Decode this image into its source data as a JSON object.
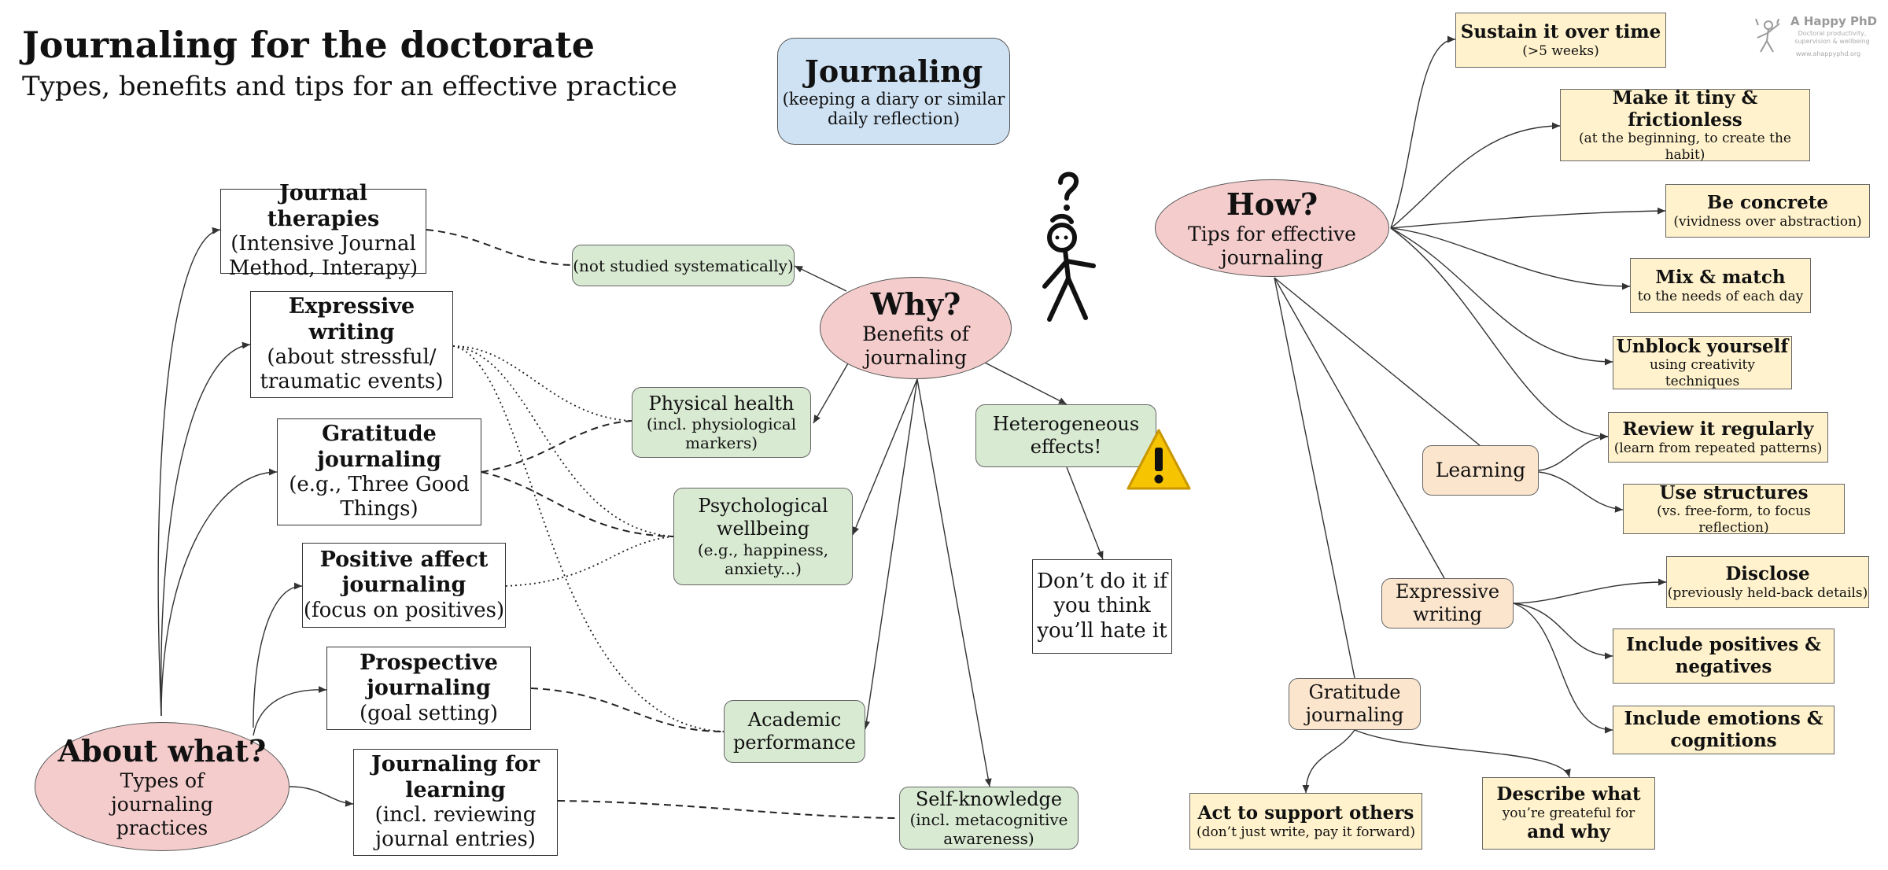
{
  "header": {
    "title": "Journaling for the doctorate",
    "subtitle": "Types, benefits and tips for an effective practice"
  },
  "logo": {
    "title": "A Happy PhD",
    "line1": "Doctoral productivity,",
    "line2": "supervision & wellbeing",
    "url": "www.ahappyphd.org"
  },
  "center": {
    "title": "Journaling",
    "line1": "(keeping a diary or similar",
    "line2": "daily reflection)"
  },
  "about": {
    "title": "About what?",
    "line1": "Types of",
    "line2": "journaling",
    "line3": "practices"
  },
  "why": {
    "title": "Why?",
    "line1": "Benefits of",
    "line2": "journaling"
  },
  "how": {
    "title": "How?",
    "line1": "Tips for effective",
    "line2": "journaling"
  },
  "types": {
    "therapies": {
      "title": "Journal therapies",
      "line1": "(Intensive Journal",
      "line2": "Method, Interapy)"
    },
    "expressive": {
      "title1": "Expressive",
      "title2": "writing",
      "line1": "(about stressful/",
      "line2": "traumatic events)"
    },
    "gratitude": {
      "title1": "Gratitude",
      "title2": "journaling",
      "line1": "(e.g., Three Good",
      "line2": "Things)"
    },
    "positive": {
      "title1": "Positive affect",
      "title2": "journaling",
      "line1": "(focus on positives)"
    },
    "prospective": {
      "title1": "Prospective",
      "title2": "journaling",
      "line1": "(goal setting)"
    },
    "learning": {
      "title1": "Journaling for",
      "title2": "learning",
      "line1": "(incl. reviewing",
      "line2": "journal entries)"
    }
  },
  "benefits": {
    "not_studied": "(not studied systematically)",
    "physical": {
      "title": "Physical health",
      "line1": "(incl. physiological",
      "line2": "markers)"
    },
    "psychological": {
      "title1": "Psychological",
      "title2": "wellbeing",
      "line1": "(e.g., happiness,",
      "line2": "anxiety...)"
    },
    "academic": {
      "line1": "Academic",
      "line2": "performance"
    },
    "self_knowledge": {
      "title": "Self-knowledge",
      "line1": "(incl. metacognitive",
      "line2": "awareness)"
    },
    "heterogeneous": {
      "line1": "Heterogeneous",
      "line2": "effects!"
    },
    "dont": {
      "line1": "Don’t do it if",
      "line2": "you think",
      "line3": "you’ll hate it"
    }
  },
  "tips": {
    "sustain": {
      "title": "Sustain it over time",
      "sub": "(>5 weeks)"
    },
    "tiny": {
      "title1": "Make it tiny &",
      "title2": "frictionless",
      "sub": "(at the beginning, to create the habit)"
    },
    "concrete": {
      "title": "Be concrete",
      "sub": "(vividness over abstraction)"
    },
    "mix": {
      "title": "Mix & match",
      "sub": "to the needs of each day"
    },
    "unblock": {
      "title": "Unblock yourself",
      "sub": "using creativity techniques"
    },
    "review": {
      "title": "Review it regularly",
      "sub": "(learn from repeated patterns)"
    },
    "structures": {
      "title": "Use structures",
      "sub": "(vs. free-form, to focus reflection)"
    },
    "disclose": {
      "title": "Disclose",
      "sub": "(previously held-back details)"
    },
    "posneg": {
      "title1": "Include positives &",
      "title2": "negatives"
    },
    "emotions": {
      "title1": "Include emotions &",
      "title2": "cognitions"
    },
    "act": {
      "title": "Act to support others",
      "sub": "(don’t just write, pay it forward)"
    },
    "describe": {
      "title": "Describe what",
      "sub": "you’re greateful for",
      "title2": "and why"
    }
  },
  "sub_tips": {
    "learning": "Learning",
    "expressive": {
      "line1": "Expressive",
      "line2": "writing"
    },
    "gratitude": {
      "line1": "Gratitude",
      "line2": "journaling"
    }
  },
  "icons": {
    "figure": "confused-stick-figure-icon",
    "warning": "warning-triangle-icon",
    "logo": "stick-figure-logo-icon"
  },
  "colors": {
    "pink": "#f4cccc",
    "blue": "#cfe2f3",
    "green": "#d9ead3",
    "yellow": "#fff2cc",
    "peach": "#fce5cd",
    "warning": "#f6c400"
  }
}
